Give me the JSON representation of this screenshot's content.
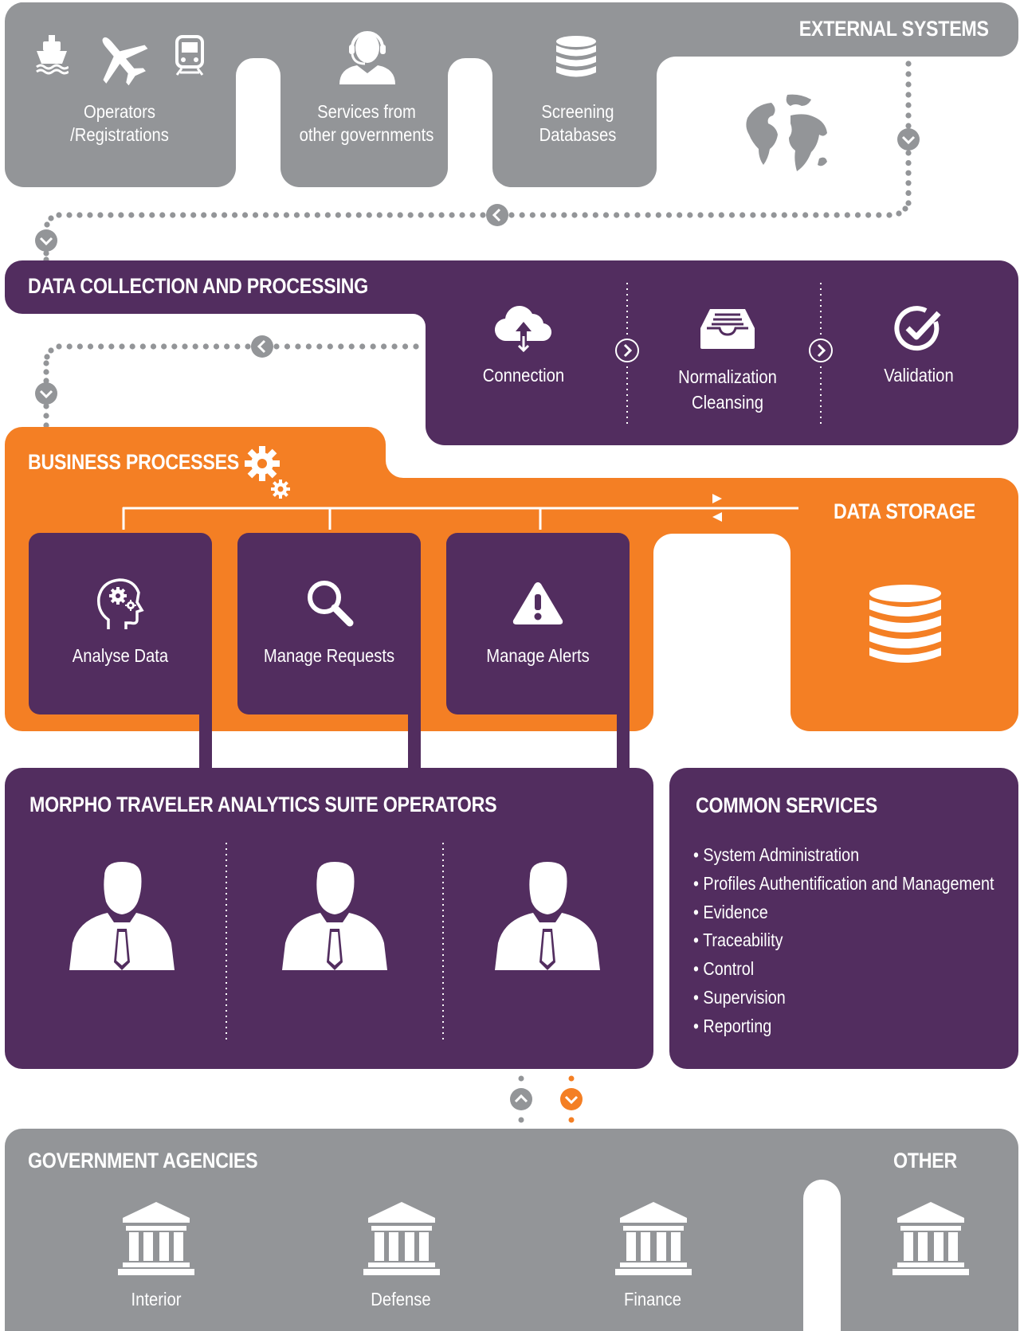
{
  "colors": {
    "gray": "#939598",
    "purple": "#522d5f",
    "orange": "#f47f24",
    "white": "#ffffff",
    "connector_gray": "#939598"
  },
  "external_systems": {
    "title": "EXTERNAL SYSTEMS",
    "items": [
      {
        "label": "Operators\n/Registrations",
        "icons": [
          "ship-icon",
          "airplane-icon",
          "train-icon"
        ]
      },
      {
        "label": "Services from\nother governments",
        "icons": [
          "operator-headset-icon"
        ]
      },
      {
        "label": "Screening\nDatabases",
        "icons": [
          "database-icon"
        ]
      },
      {
        "label": "",
        "icons": [
          "globe-icon"
        ]
      }
    ]
  },
  "data_collection": {
    "title": "DATA COLLECTION AND PROCESSING",
    "steps": [
      {
        "label": "Connection",
        "icon": "cloud-upload-icon"
      },
      {
        "label": "Normalization\nCleansing",
        "icon": "inbox-tray-icon"
      },
      {
        "label": "Validation",
        "icon": "check-circle-icon"
      }
    ]
  },
  "business_processes": {
    "title": "BUSINESS PROCESSES",
    "icon": "gears-icon",
    "items": [
      {
        "label": "Analyse Data",
        "icon": "head-gears-icon"
      },
      {
        "label": "Manage Requests",
        "icon": "magnifier-icon"
      },
      {
        "label": "Manage Alerts",
        "icon": "warning-icon"
      }
    ]
  },
  "data_storage": {
    "title": "DATA STORAGE",
    "icon": "database-icon"
  },
  "operators": {
    "title": "MORPHO TRAVELER ANALYTICS SUITE OPERATORS",
    "count": 3,
    "icon": "user-tie-icon"
  },
  "common_services": {
    "title": "COMMON SERVICES",
    "items": [
      "System Administration",
      "Profiles Authentification and Management",
      "Evidence",
      "Traceability",
      "Control",
      "Supervision",
      "Reporting"
    ]
  },
  "government_agencies": {
    "title": "GOVERNMENT AGENCIES",
    "items": [
      {
        "label": "Interior",
        "icon": "government-building-icon"
      },
      {
        "label": "Defense",
        "icon": "government-building-icon"
      },
      {
        "label": "Finance",
        "icon": "government-building-icon"
      }
    ]
  },
  "other": {
    "title": "OTHER",
    "icon": "government-building-icon"
  }
}
